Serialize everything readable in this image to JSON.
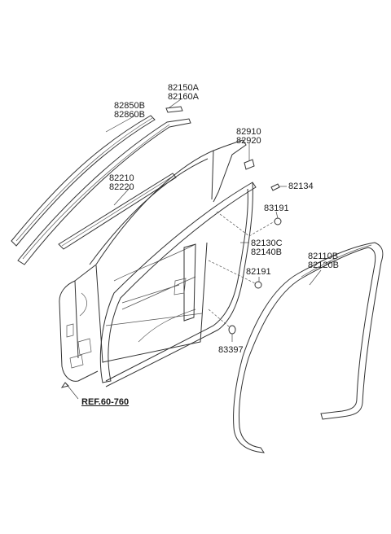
{
  "labels": {
    "p82150A": "82150A",
    "p82160A": "82160A",
    "p82850B": "82850B",
    "p82860B": "82860B",
    "p82910": "82910",
    "p82920": "82920",
    "p82134": "82134",
    "p82210": "82210",
    "p82220": "82220",
    "p83191": "83191",
    "p82130C": "82130C",
    "p82140B": "82140B",
    "p82110B": "82110B",
    "p82120B": "82120B",
    "p82191": "82191",
    "p83397": "83397",
    "ref": "REF.60-760"
  },
  "colors": {
    "line": "#333333",
    "background": "#ffffff"
  }
}
